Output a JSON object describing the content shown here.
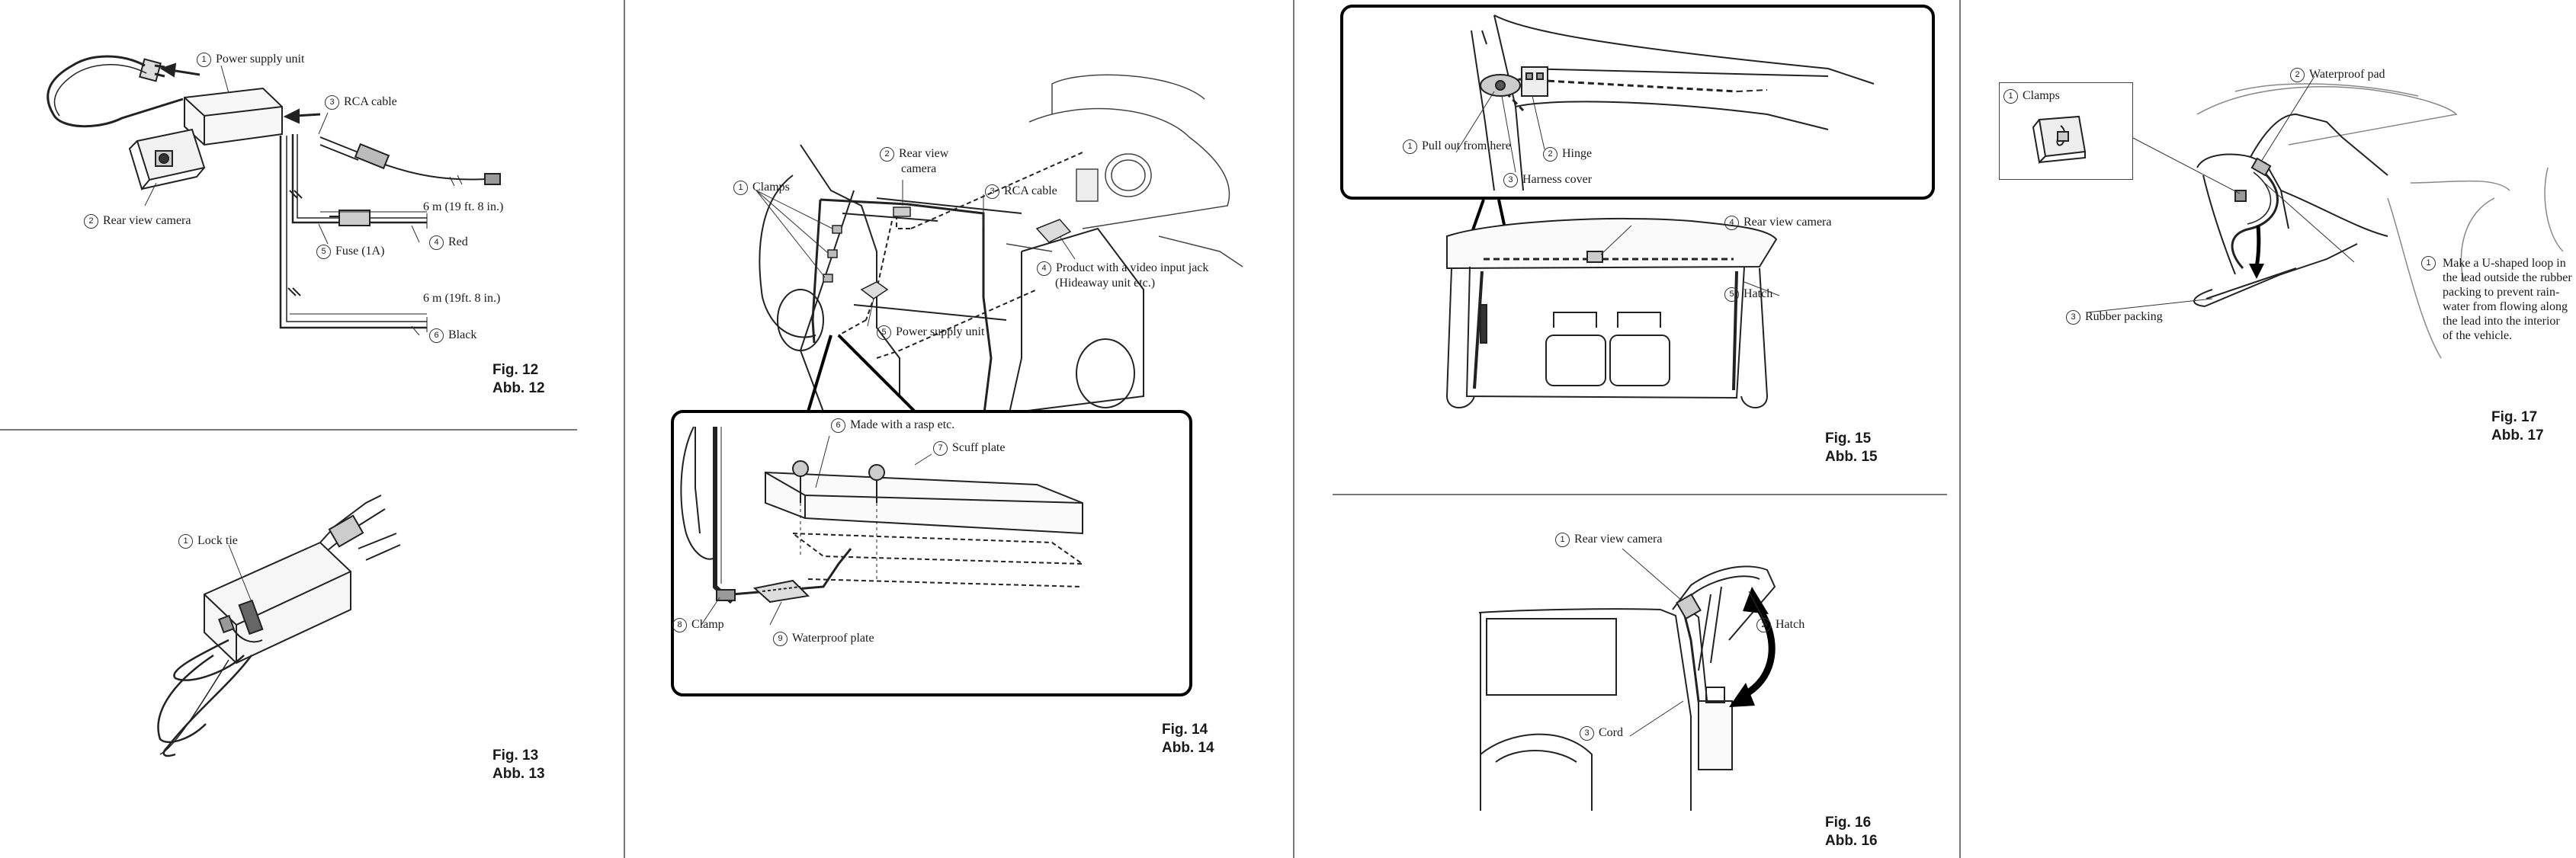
{
  "page1": {
    "fig12": {
      "labels": {
        "power_supply_unit": "Power supply unit",
        "rca_cable": "RCA cable",
        "rear_view_camera": "Rear view camera",
        "length_red": "6 m (19 ft. 8 in.)",
        "fuse": "Fuse (1A)",
        "red": "Red",
        "length_black": "6 m (19ft. 8 in.)",
        "black": "Black"
      },
      "numbers": {
        "n1": "1",
        "n2": "2",
        "n3": "3",
        "n4": "4",
        "n5": "5",
        "n6": "6"
      },
      "caption": {
        "en": "Fig. 12",
        "de": "Abb. 12"
      }
    },
    "fig13": {
      "labels": {
        "lock_tie": "Lock tie"
      },
      "numbers": {
        "n1": "1"
      },
      "caption": {
        "en": "Fig. 13",
        "de": "Abb. 13"
      }
    }
  },
  "page2": {
    "fig14": {
      "labels": {
        "clamps": "Clamps",
        "rear_view_camera_l1": "Rear view",
        "rear_view_camera_l2": "camera",
        "rca_cable": "RCA cable",
        "product_l1": "Product with a video input jack",
        "product_l2": "(Hideaway unit etc.)",
        "power_supply_unit": "Power supply unit",
        "made_with_rasp": "Made with a rasp etc.",
        "scuff_plate": "Scuff plate",
        "clamp": "Clamp",
        "waterproof_plate": "Waterproof plate"
      },
      "numbers": {
        "n1": "1",
        "n2": "2",
        "n3": "3",
        "n4": "4",
        "n5": "5",
        "n6": "6",
        "n7": "7",
        "n8": "8",
        "n9": "9"
      },
      "caption": {
        "en": "Fig. 14",
        "de": "Abb. 14"
      }
    }
  },
  "page3": {
    "fig15": {
      "labels": {
        "pull_out": "Pull out from here",
        "hinge": "Hinge",
        "harness_cover": "Harness cover",
        "rear_view_camera": "Rear view camera",
        "hatch": "Hatch"
      },
      "numbers": {
        "n1": "1",
        "n2": "2",
        "n3": "3",
        "n4": "4",
        "n5": "5"
      },
      "caption": {
        "en": "Fig. 15",
        "de": "Abb. 15"
      }
    },
    "fig16": {
      "labels": {
        "rear_view_camera": "Rear view camera",
        "hatch": "Hatch",
        "cord": "Cord"
      },
      "numbers": {
        "n1": "1",
        "n2": "2",
        "n3": "3"
      },
      "caption": {
        "en": "Fig. 16",
        "de": "Abb. 16"
      }
    }
  },
  "page4": {
    "fig17": {
      "labels": {
        "clamps": "Clamps",
        "waterproof_pad": "Waterproof pad",
        "u_loop_note": "Make a U-shaped loop in the lead outside the rubber packing to prevent rain-water from flowing along the lead into the interior of the vehicle.",
        "rubber_packing": "Rubber packing"
      },
      "numbers": {
        "n1": "1",
        "n2": "2",
        "n3": "3"
      },
      "caption": {
        "en": "Fig. 17",
        "de": "Abb. 17"
      }
    }
  }
}
